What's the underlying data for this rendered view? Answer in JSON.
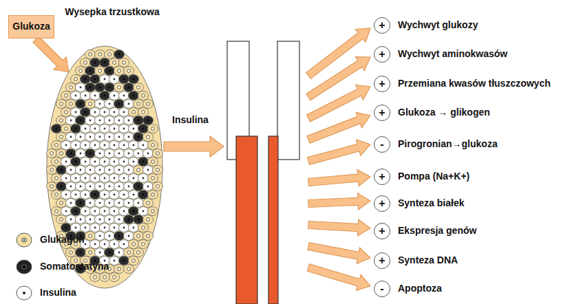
{
  "diagram": {
    "nodes": [
      {
        "text": [
          "Glukoza"
        ]
      },
      {
        "text": [
          "Wysepka trzustkowa"
        ]
      },
      {
        "text": [
          "+",
          "Wychwyt glukozy"
        ]
      },
      {
        "text": [
          "+",
          "Wychwyt aminokwasów"
        ]
      },
      {
        "text": [
          "+",
          "Przemiana kwasów tłuszczowych"
        ]
      },
      {
        "text": [
          "+",
          "Glukoza → glikogen"
        ]
      },
      {
        "text": [
          "-",
          "Pirogronian→glukoza"
        ]
      },
      {
        "text": [
          "+",
          "Pompa (Na+K+)"
        ]
      },
      {
        "text": [
          "+",
          "Synteza białek"
        ]
      },
      {
        "text": [
          "+",
          "Ekspresja genów"
        ]
      },
      {
        "text": [
          "+",
          "Synteza DNA"
        ]
      },
      {
        "text": [
          "-",
          "Apoptoza"
        ]
      }
    ],
    "edges": [
      {
        "from": 0,
        "to": 1,
        "arrow": "to"
      }
    ],
    "labels": [
      "Insulina"
    ],
    "legend": [
      {
        "text": "Glukagon"
      },
      {
        "text": "Somatostatyna"
      },
      {
        "text": "Insulina"
      }
    ]
  }
}
